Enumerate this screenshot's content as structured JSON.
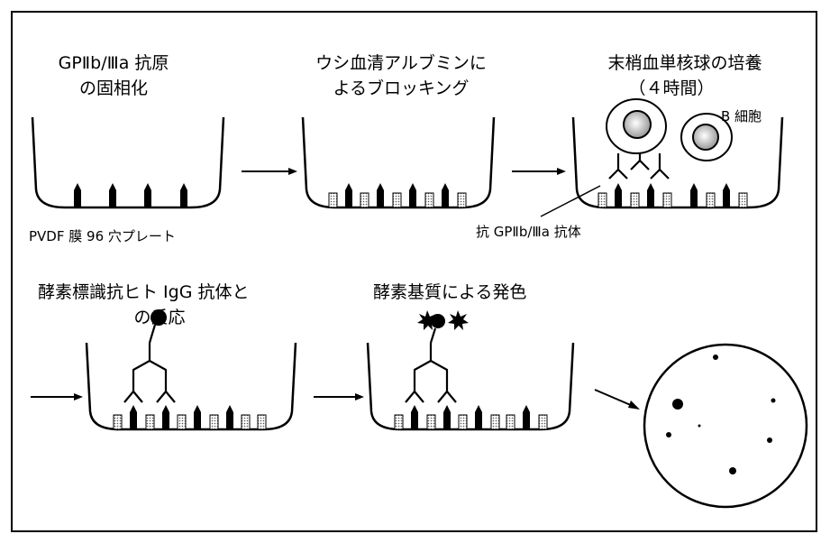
{
  "steps": [
    {
      "line1": "GPⅡb/Ⅲa 抗原",
      "line2": "の固相化"
    },
    {
      "line1": "ウシ血清アルブミンに",
      "line2": "よるブロッキング"
    },
    {
      "line1": "末梢血単核球の培養",
      "line2": "（４時間）"
    },
    {
      "line1": "酵素標識抗ヒト IgG 抗体と",
      "line2": "の反応"
    },
    {
      "line1": "酵素基質による発色",
      "line2": ""
    }
  ],
  "labels": {
    "plate": "PVDF 膜 96 穴プレート",
    "b_cell": "B 細胞",
    "antibody": "抗 GPⅡb/Ⅲa 抗体"
  }
}
